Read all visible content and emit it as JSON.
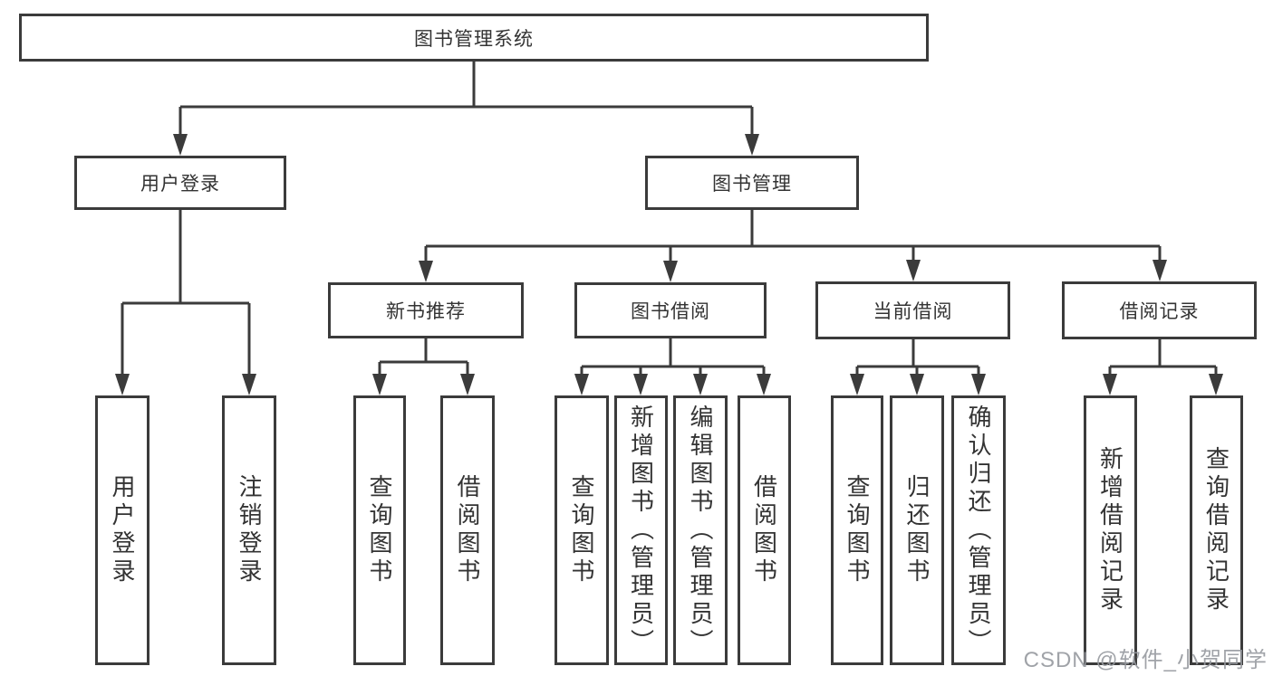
{
  "diagram": {
    "title": "图书管理系统",
    "nodes": {
      "root": {
        "label": "图书管理系统"
      },
      "userLogin": {
        "label": "用户登录"
      },
      "bookMgmt": {
        "label": "图书管理"
      },
      "newRec": {
        "label": "新书推荐"
      },
      "borrow": {
        "label": "图书借阅"
      },
      "current": {
        "label": "当前借阅"
      },
      "records": {
        "label": "借阅记录"
      },
      "a1": {
        "label": "用户登录"
      },
      "a2": {
        "label": "注销登录"
      },
      "b1": {
        "label": "查询图书"
      },
      "b2": {
        "label": "借阅图书"
      },
      "c1": {
        "label": "查询图书"
      },
      "c2": {
        "label": "新增图书（管理员）"
      },
      "c3": {
        "label": "编辑图书（管理员）"
      },
      "c4": {
        "label": "借阅图书"
      },
      "d1": {
        "label": "查询图书"
      },
      "d2": {
        "label": "归还图书"
      },
      "d3": {
        "label": "确认归还（管理员）"
      },
      "e1": {
        "label": "新增借阅记录"
      },
      "e2": {
        "label": "查询借阅记录"
      }
    },
    "hierarchy": {
      "图书管理系统": {
        "用户登录": [
          "用户登录",
          "注销登录"
        ],
        "图书管理": {
          "新书推荐": [
            "查询图书",
            "借阅图书"
          ],
          "图书借阅": [
            "查询图书",
            "新增图书（管理员）",
            "编辑图书（管理员）",
            "借阅图书"
          ],
          "当前借阅": [
            "查询图书",
            "归还图书",
            "确认归还（管理员）"
          ],
          "借阅记录": [
            "新增借阅记录",
            "查询借阅记录"
          ]
        }
      }
    },
    "colors": {
      "line": "#3b3b3b",
      "box_border": "#3b3b3b",
      "text": "#333333",
      "background": "#ffffff",
      "watermark": "#96999e"
    }
  },
  "watermark": {
    "text": "CSDN @软件_小贺同学"
  }
}
